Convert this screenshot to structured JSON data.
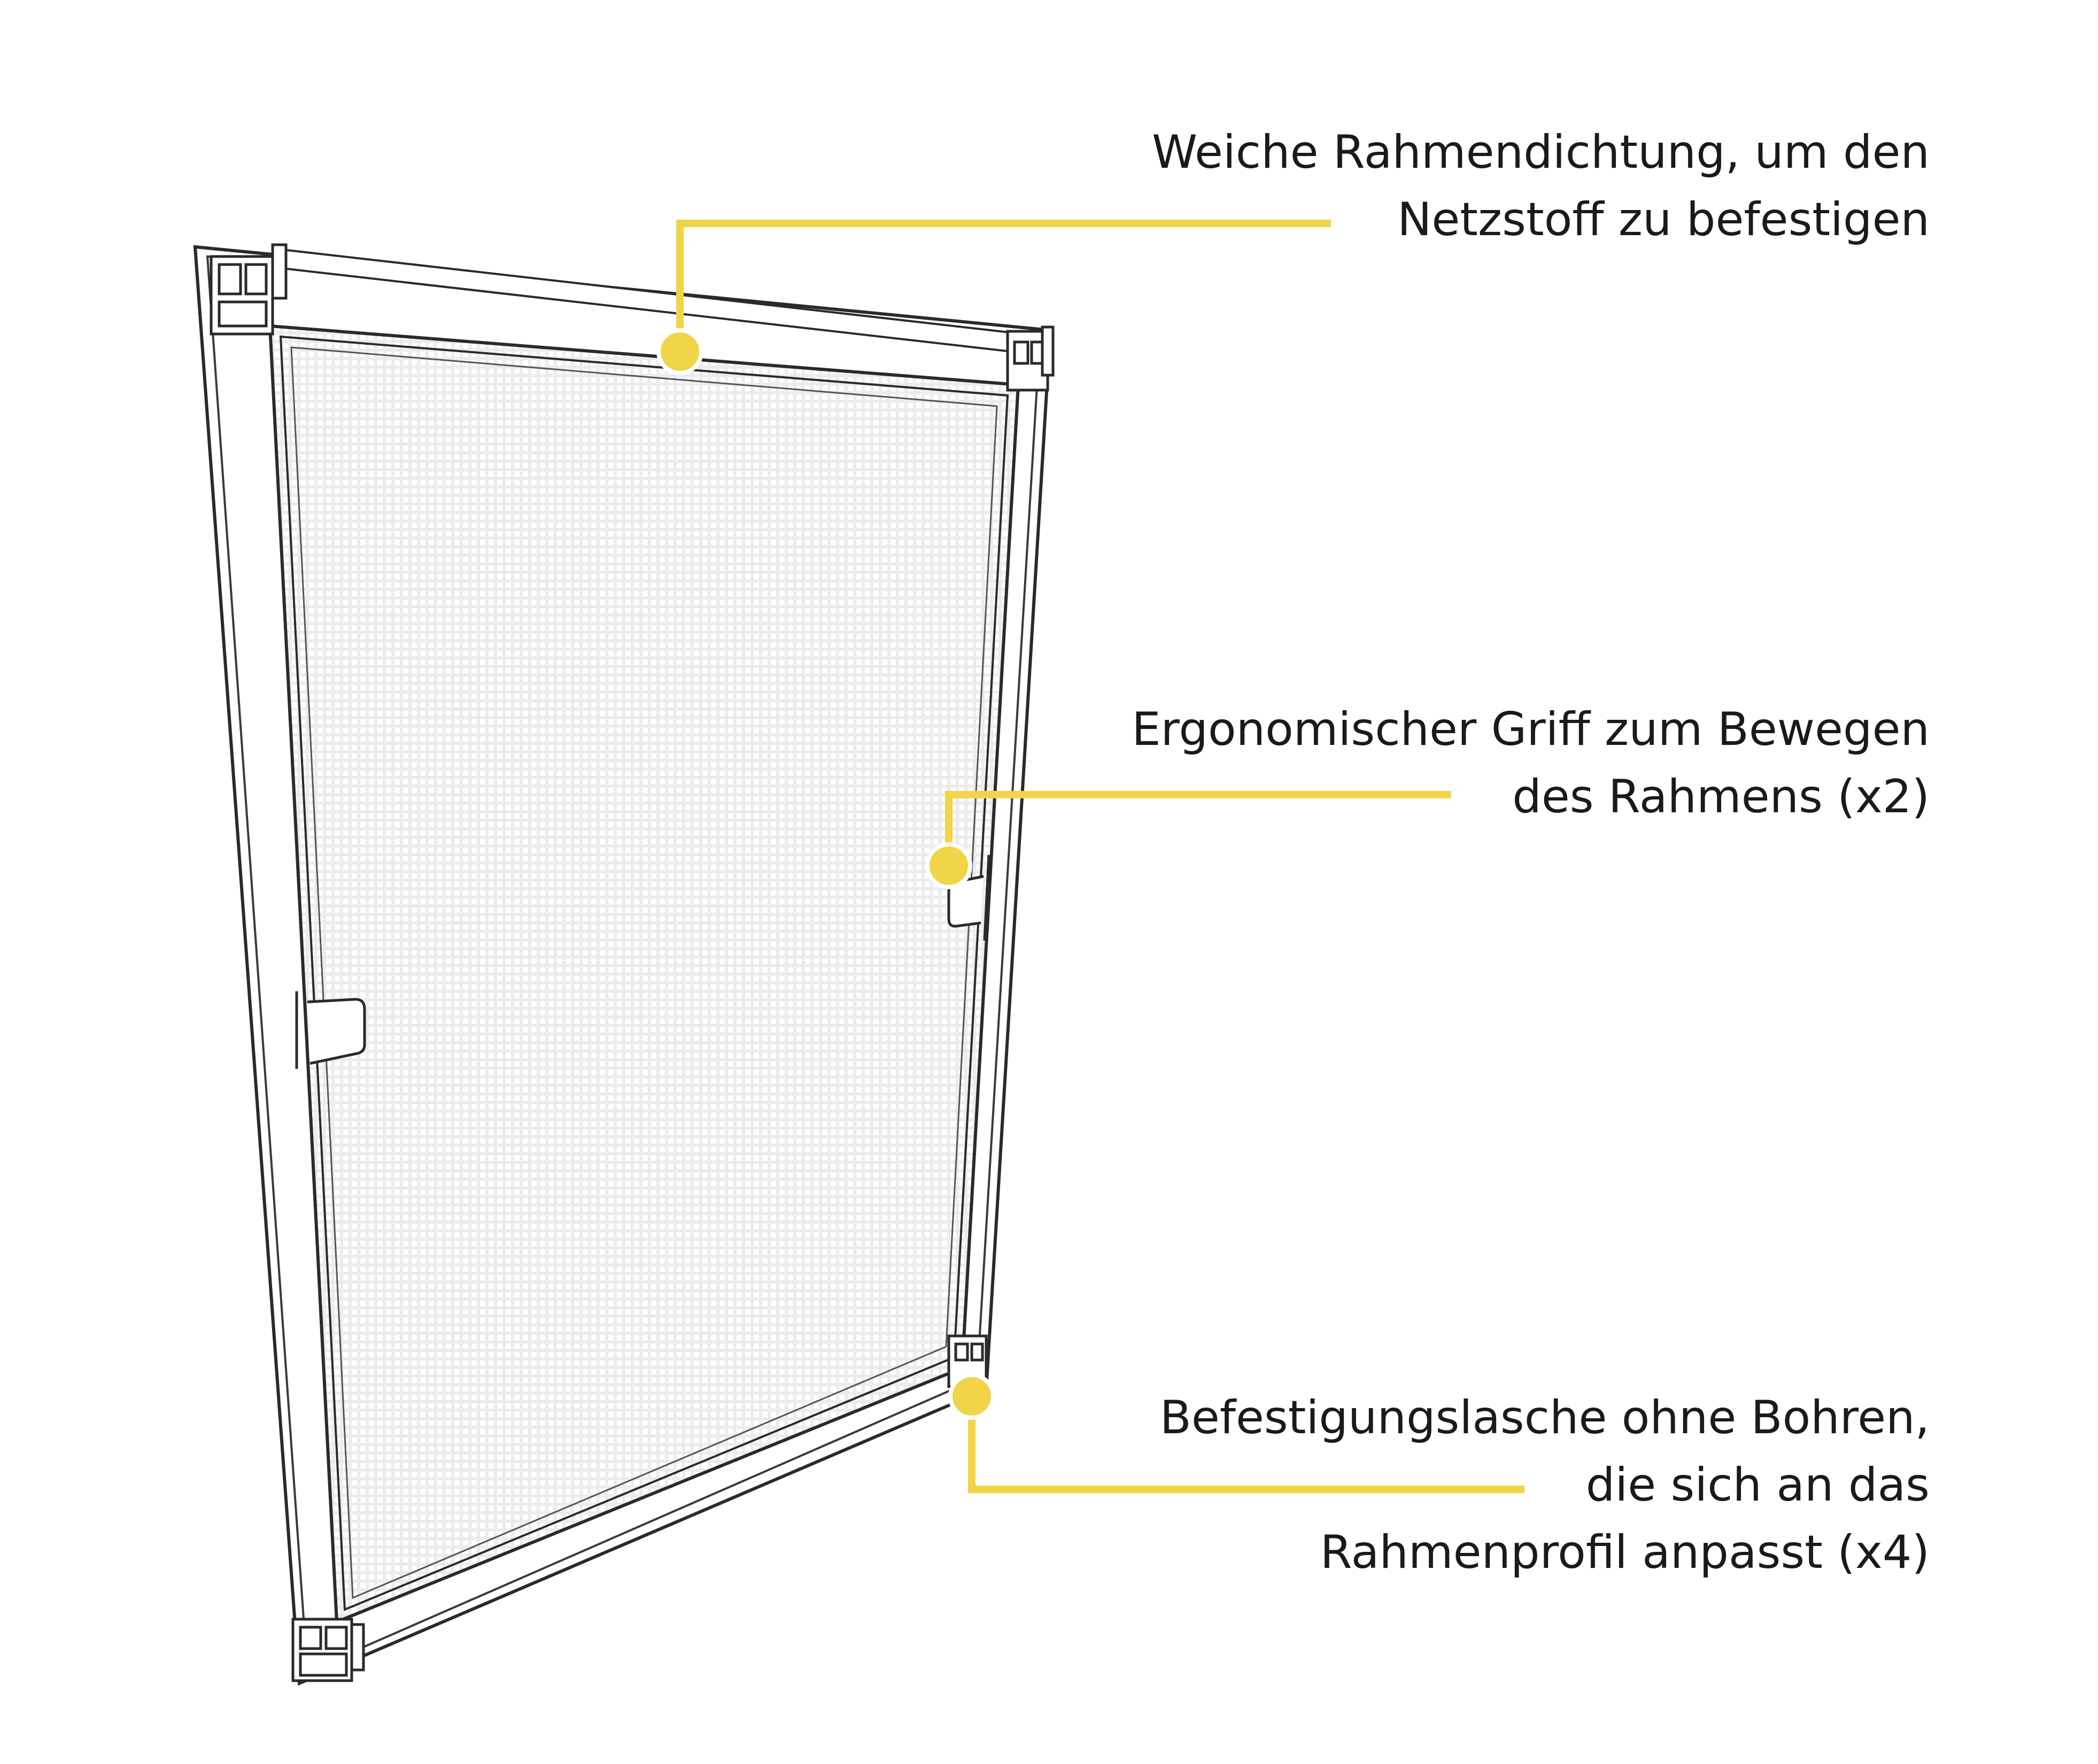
{
  "accent_color": "#f0d548",
  "callouts": [
    {
      "lines": [
        "Weiche Rahmendichtung, um den",
        "Netzstoff zu befestigen"
      ]
    },
    {
      "lines": [
        "Ergonomischer Griff zum Bewegen",
        "des Rahmens (x2)"
      ]
    },
    {
      "lines": [
        "Befestigungslasche ohne Bohren,",
        "die sich an das",
        "Rahmenprofil anpasst (x4)"
      ]
    }
  ]
}
